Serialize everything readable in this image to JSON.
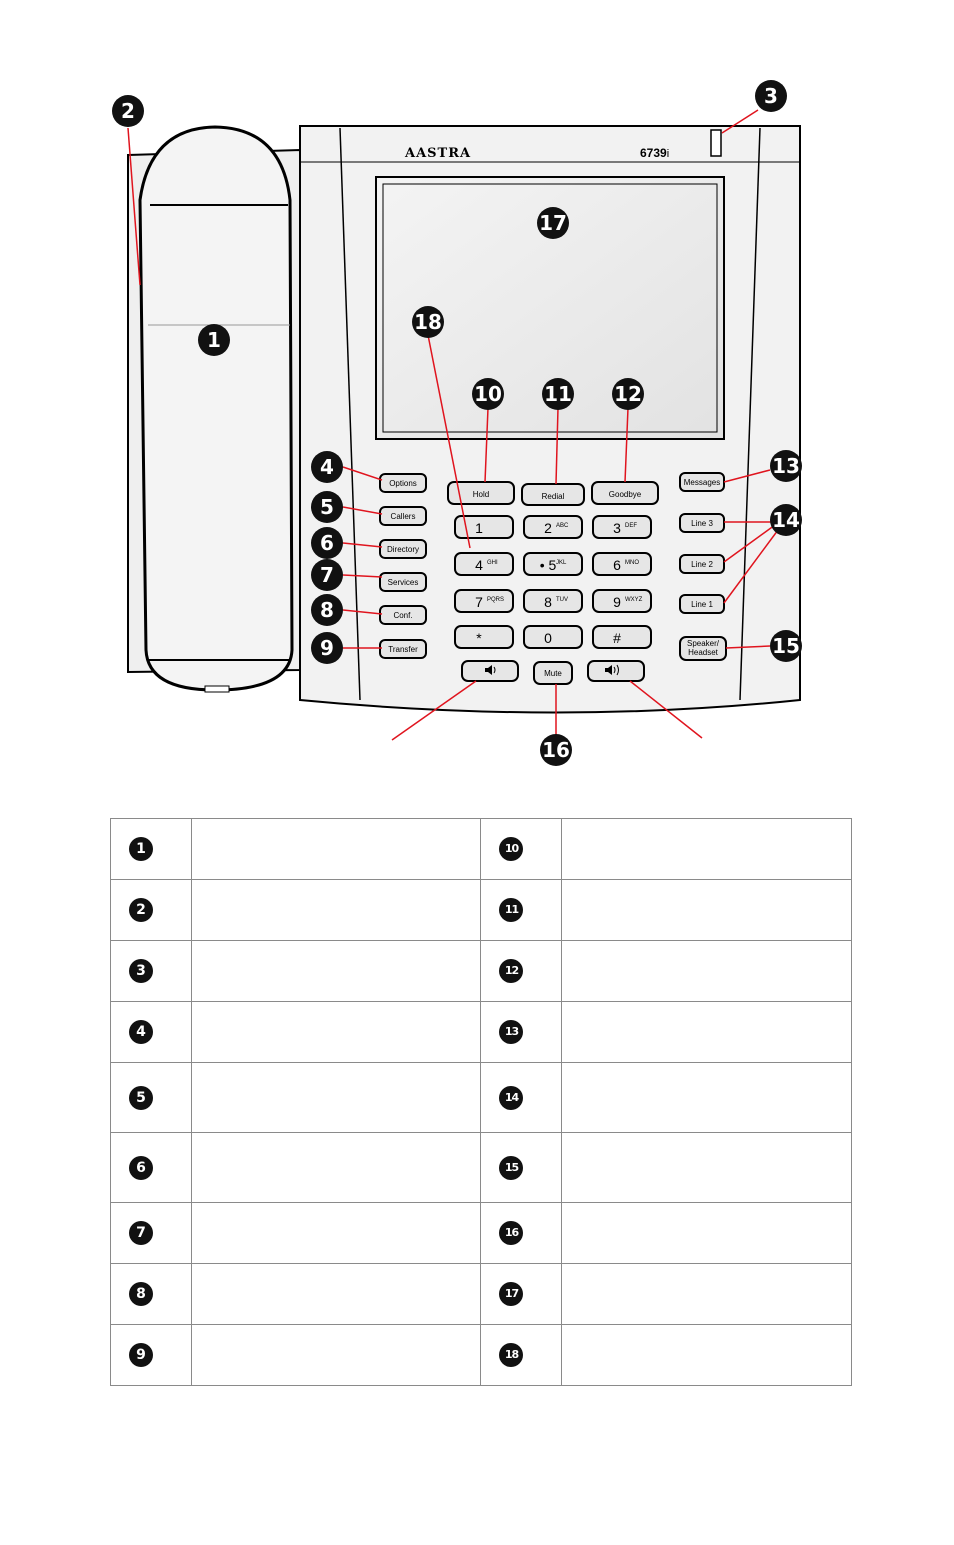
{
  "phone": {
    "brand": "AASTRA",
    "model": "6739",
    "model_suffix": "i",
    "softkeys": {
      "hold": "Hold",
      "redial": "Redial",
      "goodbye": "Goodbye"
    },
    "left_keys": [
      "Options",
      "Callers",
      "Directory",
      "Services",
      "Conf.",
      "Transfer"
    ],
    "right_keys": [
      "Messages",
      "Line 3",
      "Line 2",
      "Line 1"
    ],
    "speaker_key": [
      "Speaker/",
      "Headset"
    ],
    "dialpad": [
      {
        "main": "1",
        "sub": ""
      },
      {
        "main": "2",
        "sub": "ABC"
      },
      {
        "main": "3",
        "sub": "DEF"
      },
      {
        "main": "4",
        "sub": "GHI"
      },
      {
        "main": "• 5",
        "sub": "JKL"
      },
      {
        "main": "6",
        "sub": "MNO"
      },
      {
        "main": "7",
        "sub": "PQRS"
      },
      {
        "main": "8",
        "sub": "TUV"
      },
      {
        "main": "9",
        "sub": "WXYZ"
      },
      {
        "main": "*",
        "sub": ""
      },
      {
        "main": "0",
        "sub": ""
      },
      {
        "main": "#",
        "sub": ""
      }
    ],
    "mute": "Mute",
    "volume_down_icon": "speaker-low-icon",
    "volume_up_icon": "speaker-high-icon",
    "colors": {
      "callout_line": "#e0141e",
      "goodbye_text": "#e0141e",
      "speaker_text": "#1a8a3a"
    }
  },
  "callouts": [
    "1",
    "2",
    "3",
    "4",
    "5",
    "6",
    "7",
    "8",
    "9",
    "10",
    "11",
    "12",
    "13",
    "14",
    "15",
    "16",
    "17",
    "18"
  ],
  "legend": {
    "left": [
      "1",
      "2",
      "3",
      "4",
      "5",
      "6",
      "7",
      "8",
      "9"
    ],
    "right": [
      "10",
      "11",
      "12",
      "13",
      "14",
      "15",
      "16",
      "17",
      "18"
    ]
  }
}
